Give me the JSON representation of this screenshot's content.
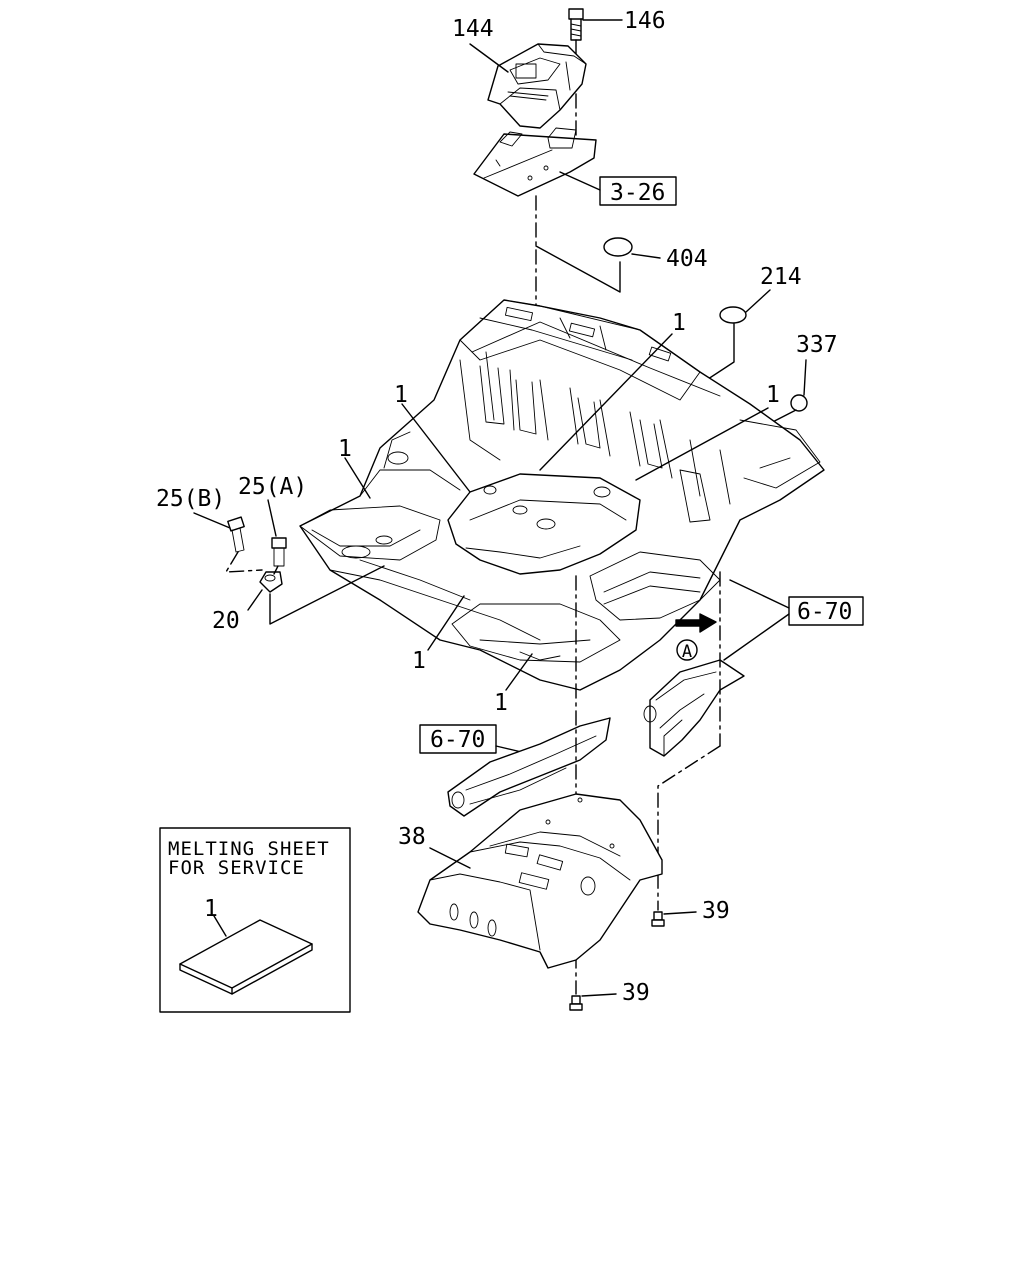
{
  "callouts": {
    "p144": "144",
    "p146": "146",
    "ref326": "3-26",
    "p404": "404",
    "p214": "214",
    "p337": "337",
    "p1_top": "1",
    "p1_right": "1",
    "p1_left_upper": "1",
    "p1_left": "1",
    "p1_lower_left": "1",
    "p1_lower": "1",
    "p25b": "25(B)",
    "p25a": "25(A)",
    "p20": "20",
    "ref670_right": "6-70",
    "ref670_left": "6-70",
    "view_a": "A",
    "p38": "38",
    "p39_right": "39",
    "p39_bottom": "39"
  },
  "inset": {
    "title_line1": "MELTING SHEET",
    "title_line2": "FOR SERVICE",
    "part_label": "1"
  }
}
